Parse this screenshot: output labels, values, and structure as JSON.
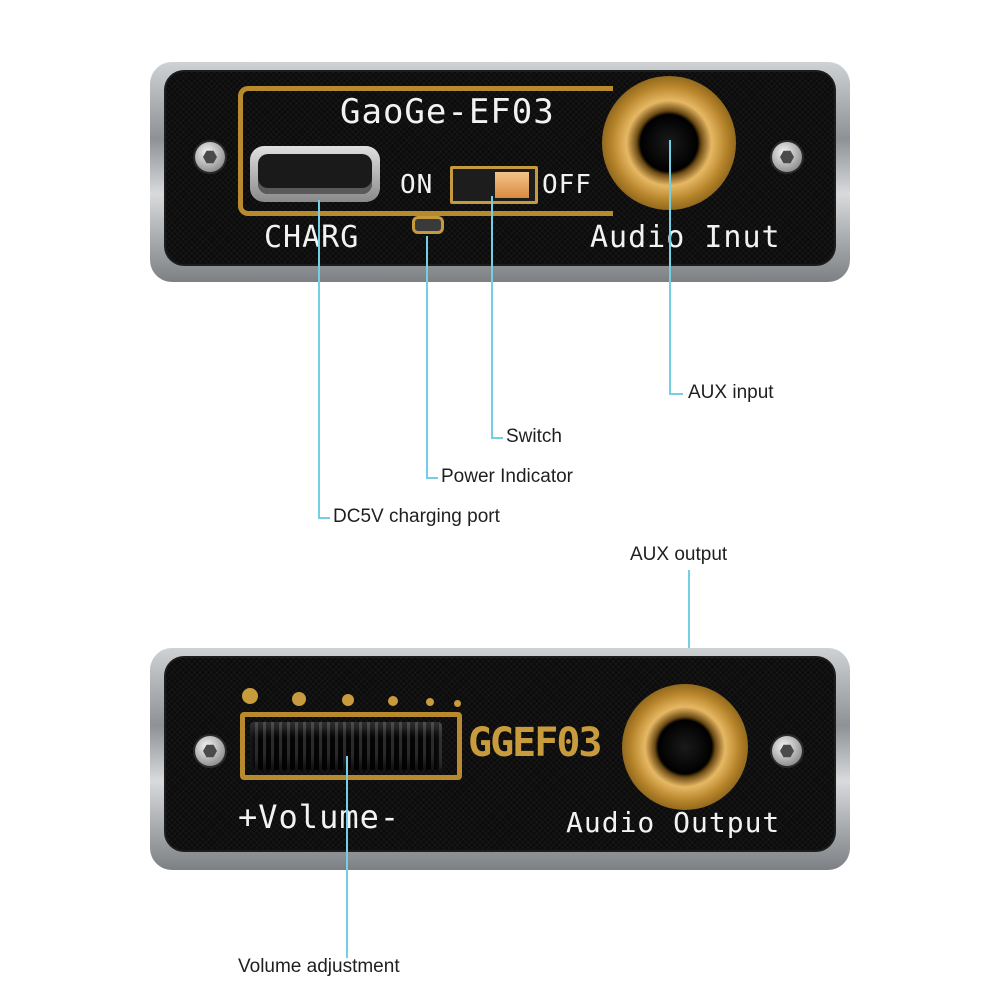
{
  "device_top": {
    "model_text": "GaoGe-EF03",
    "on_text": "ON",
    "off_text": "OFF",
    "charg_text": "CHARG",
    "audio_input_text": "Audio Inut"
  },
  "device_bottom": {
    "model_text": "GGEF03",
    "volume_text": "+Volume-",
    "audio_output_text": "Audio Output"
  },
  "callouts": {
    "aux_input": "AUX input",
    "switch": "Switch",
    "power_indicator": "Power Indicator",
    "charging_port": "DC5V charging port",
    "aux_output": "AUX output",
    "volume_adjustment": "Volume adjustment"
  },
  "colors": {
    "callout_line": "#74cfe4",
    "gold_trim": "#b88a2e",
    "panel": "#0c0c0c"
  }
}
